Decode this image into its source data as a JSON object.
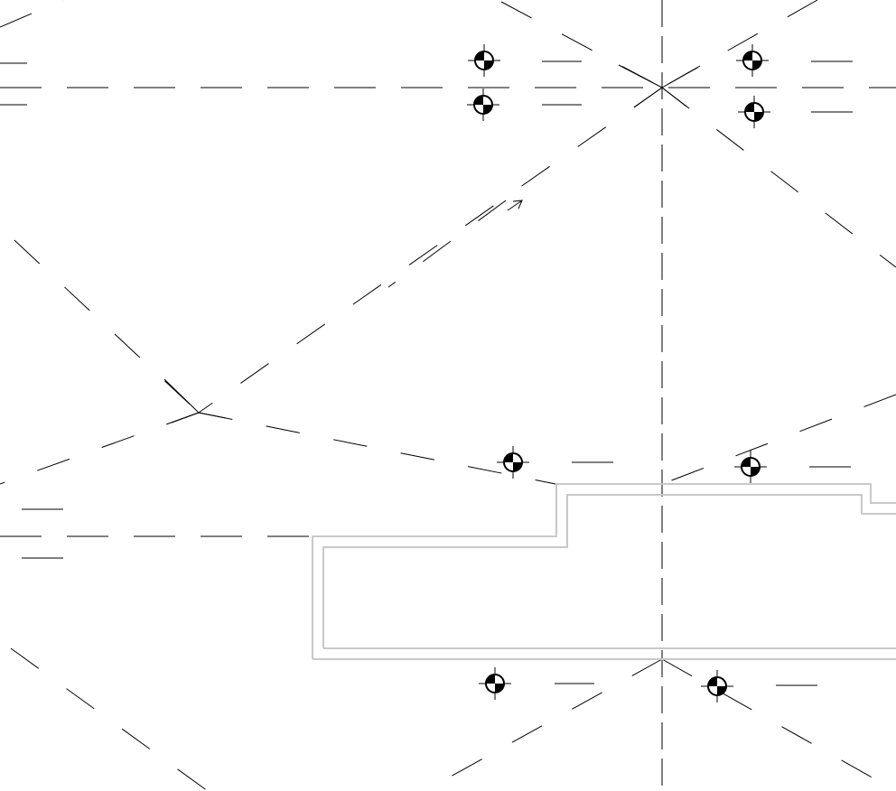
{
  "colors": {
    "background": "#ffffff",
    "reference_line": "#000000",
    "wall_outline": "#c8c8c8",
    "marker_fill": "#000000"
  },
  "drawing": {
    "view": "plan",
    "elevation_markers": 8,
    "intersections": 2,
    "marker_style": "quadrant-filled circle with crosshair"
  }
}
